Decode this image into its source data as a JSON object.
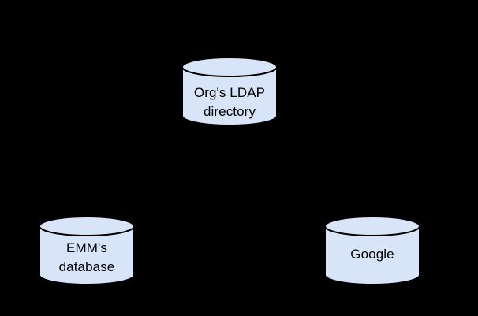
{
  "canvas": {
    "background_color": "#000000"
  },
  "diagram": {
    "description": "Directory sync diagram with three database cylinders",
    "style": {
      "cylinder_fill": "#d8e4f8",
      "cylinder_stroke": "#000000",
      "text_color": "#000000"
    },
    "nodes": [
      {
        "id": "org-ldap-directory",
        "shape": "database-cylinder",
        "lines": [
          "Org's LDAP",
          "directory"
        ]
      },
      {
        "id": "emm-database",
        "shape": "database-cylinder",
        "lines": [
          "EMM's",
          "database"
        ]
      },
      {
        "id": "google",
        "shape": "database-cylinder",
        "lines": [
          "Google"
        ]
      }
    ]
  }
}
